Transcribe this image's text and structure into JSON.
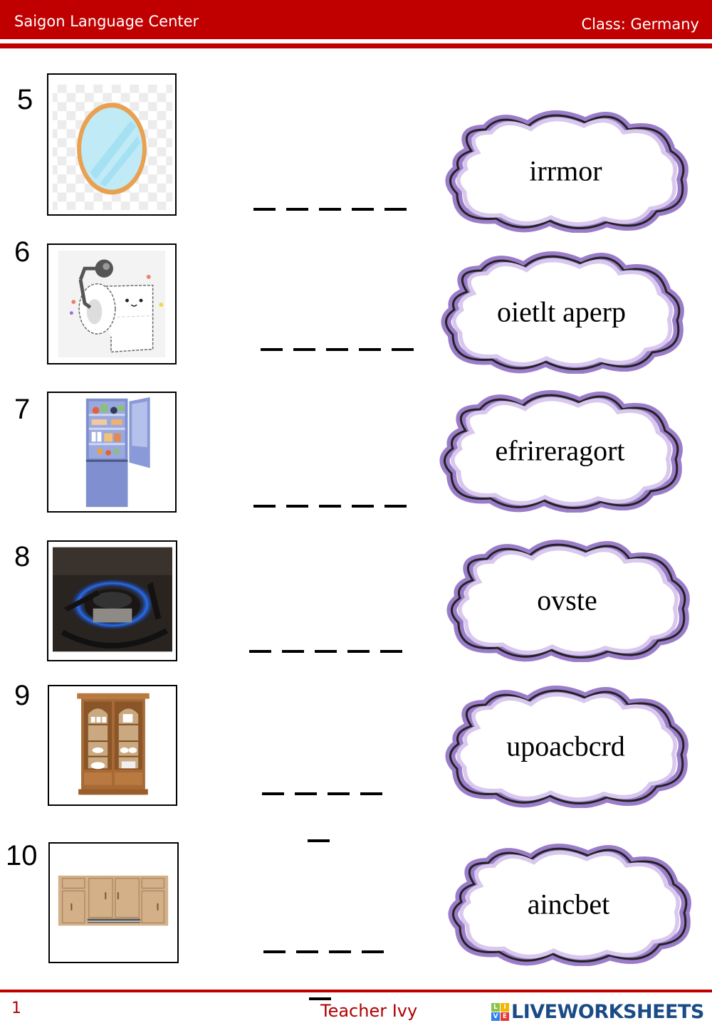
{
  "header": {
    "school": "Saigon Language Center",
    "class_label": "Class: Germany"
  },
  "items": [
    {
      "number": "5",
      "image": "mirror-image",
      "scrambled": "irrmor",
      "blank_count": 5
    },
    {
      "number": "6",
      "image": "toilet-paper-image",
      "scrambled": "oietlt aperp",
      "blank_count": 5
    },
    {
      "number": "7",
      "image": "refrigerator-image",
      "scrambled": "efrireragort",
      "blank_count": 5
    },
    {
      "number": "8",
      "image": "stove-image",
      "scrambled": "ovste",
      "blank_count": 5
    },
    {
      "number": "9",
      "image": "cupboard-image",
      "scrambled": "upoacbcrd",
      "blank_count": 5
    },
    {
      "number": "10",
      "image": "cabinet-image",
      "scrambled": "aincbet",
      "blank_count": 5
    }
  ],
  "footer": {
    "page_number": "1",
    "teacher": "Teacher Ivy",
    "brand": "LIVEWORKSHEETS",
    "brand_logo_letters": [
      "L",
      "I",
      "V",
      "E"
    ]
  },
  "colors": {
    "header_red": "#c00000",
    "footer_text_red": "#b00000",
    "brand_blue": "#1b4b86",
    "cloud_purple": "#9b7cc8"
  }
}
